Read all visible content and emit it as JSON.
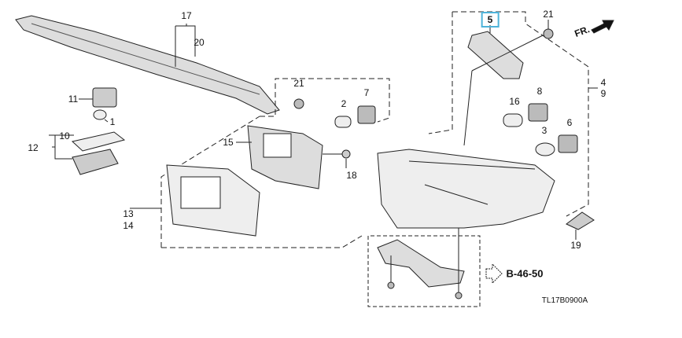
{
  "diagram": {
    "callouts": {
      "c17": "17",
      "c20": "20",
      "c11": "11",
      "c1": "1",
      "c10": "10",
      "c12": "12",
      "c21a": "21",
      "c2": "2",
      "c7": "7",
      "c15": "15",
      "c18": "18",
      "c13": "13",
      "c14": "14",
      "c5": "5",
      "c21b": "21",
      "c4": "4",
      "c9": "9",
      "c8": "8",
      "c16": "16",
      "c3": "3",
      "c6": "6",
      "c19": "19"
    },
    "front_arrow_label": "FR.",
    "reference": "B-46-50",
    "drawing_code": "TL17B0900A",
    "highlight_color": "#4fb3d9"
  }
}
